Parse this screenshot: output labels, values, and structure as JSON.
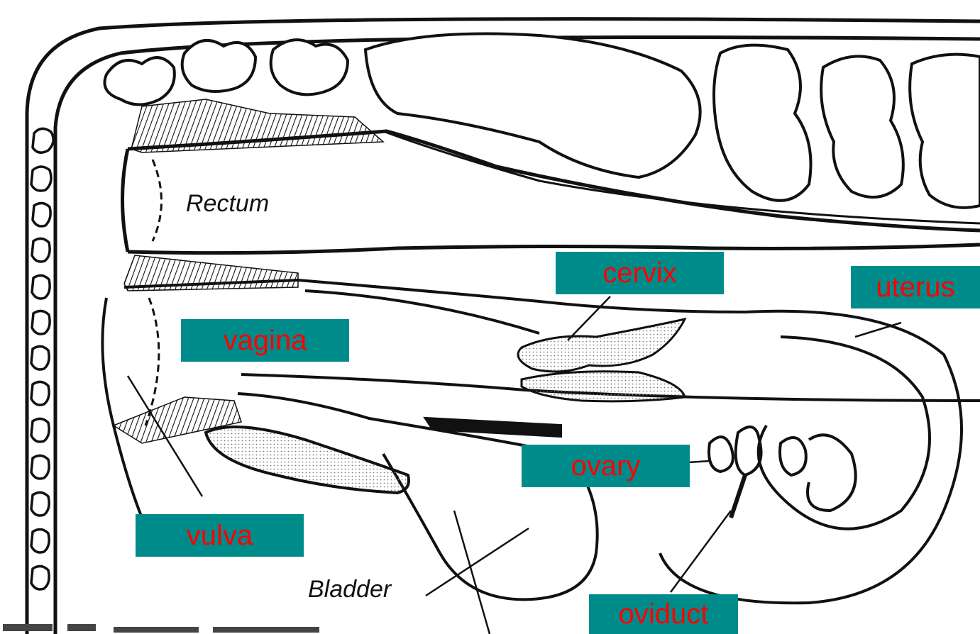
{
  "colors": {
    "label_box": "#008b8b",
    "label_text": "#ff0000",
    "ink": "#111111",
    "paper": "#ffffff",
    "stipple": "#bdbdbd"
  },
  "printed_labels": {
    "rectum": "Rectum",
    "bladder": "Bladder"
  },
  "callouts": {
    "cervix": "cervix",
    "uterus": "uterus",
    "vagina": "vagina",
    "ovary": "ovary",
    "vulva": "vulva",
    "oviduct": "oviduct"
  }
}
